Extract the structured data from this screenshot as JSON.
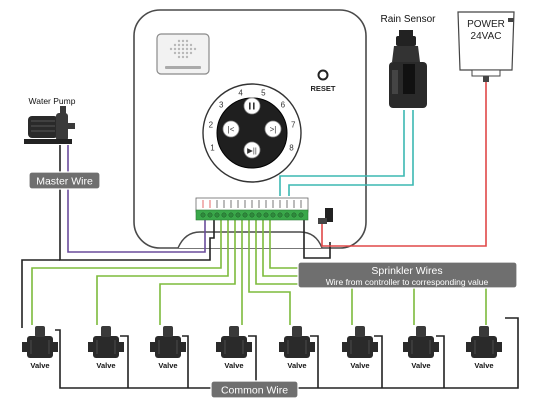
{
  "controller": {
    "brand": "",
    "reset_label": "RESET",
    "dial_numbers": [
      "1",
      "2",
      "3",
      "4",
      "5",
      "6",
      "7",
      "8"
    ]
  },
  "devices": {
    "water_pump": "Water Pump",
    "rain_sensor": "Rain Sensor",
    "power_line1": "POWER",
    "power_line2": "24VAC",
    "valve_label": "Valve"
  },
  "labels": {
    "master_wire": "Master Wire",
    "sprinkler_wires": "Sprinkler Wires",
    "sprinkler_sub": "Wire from controller to corresponding value",
    "common_wire": "Common Wire"
  },
  "colors": {
    "zone_wire": "#7dbb3c",
    "master_wire": "#6a4c9c",
    "sensor_wire": "#3cb8b2",
    "power_wire": "#e04848",
    "common_wire": "#222222",
    "label_bg": "#6f6f6f",
    "terminal_green": "#3aa84a"
  },
  "valves": [
    "valve-1",
    "valve-2",
    "valve-3",
    "valve-4",
    "valve-5",
    "valve-6",
    "valve-7",
    "valve-8"
  ]
}
